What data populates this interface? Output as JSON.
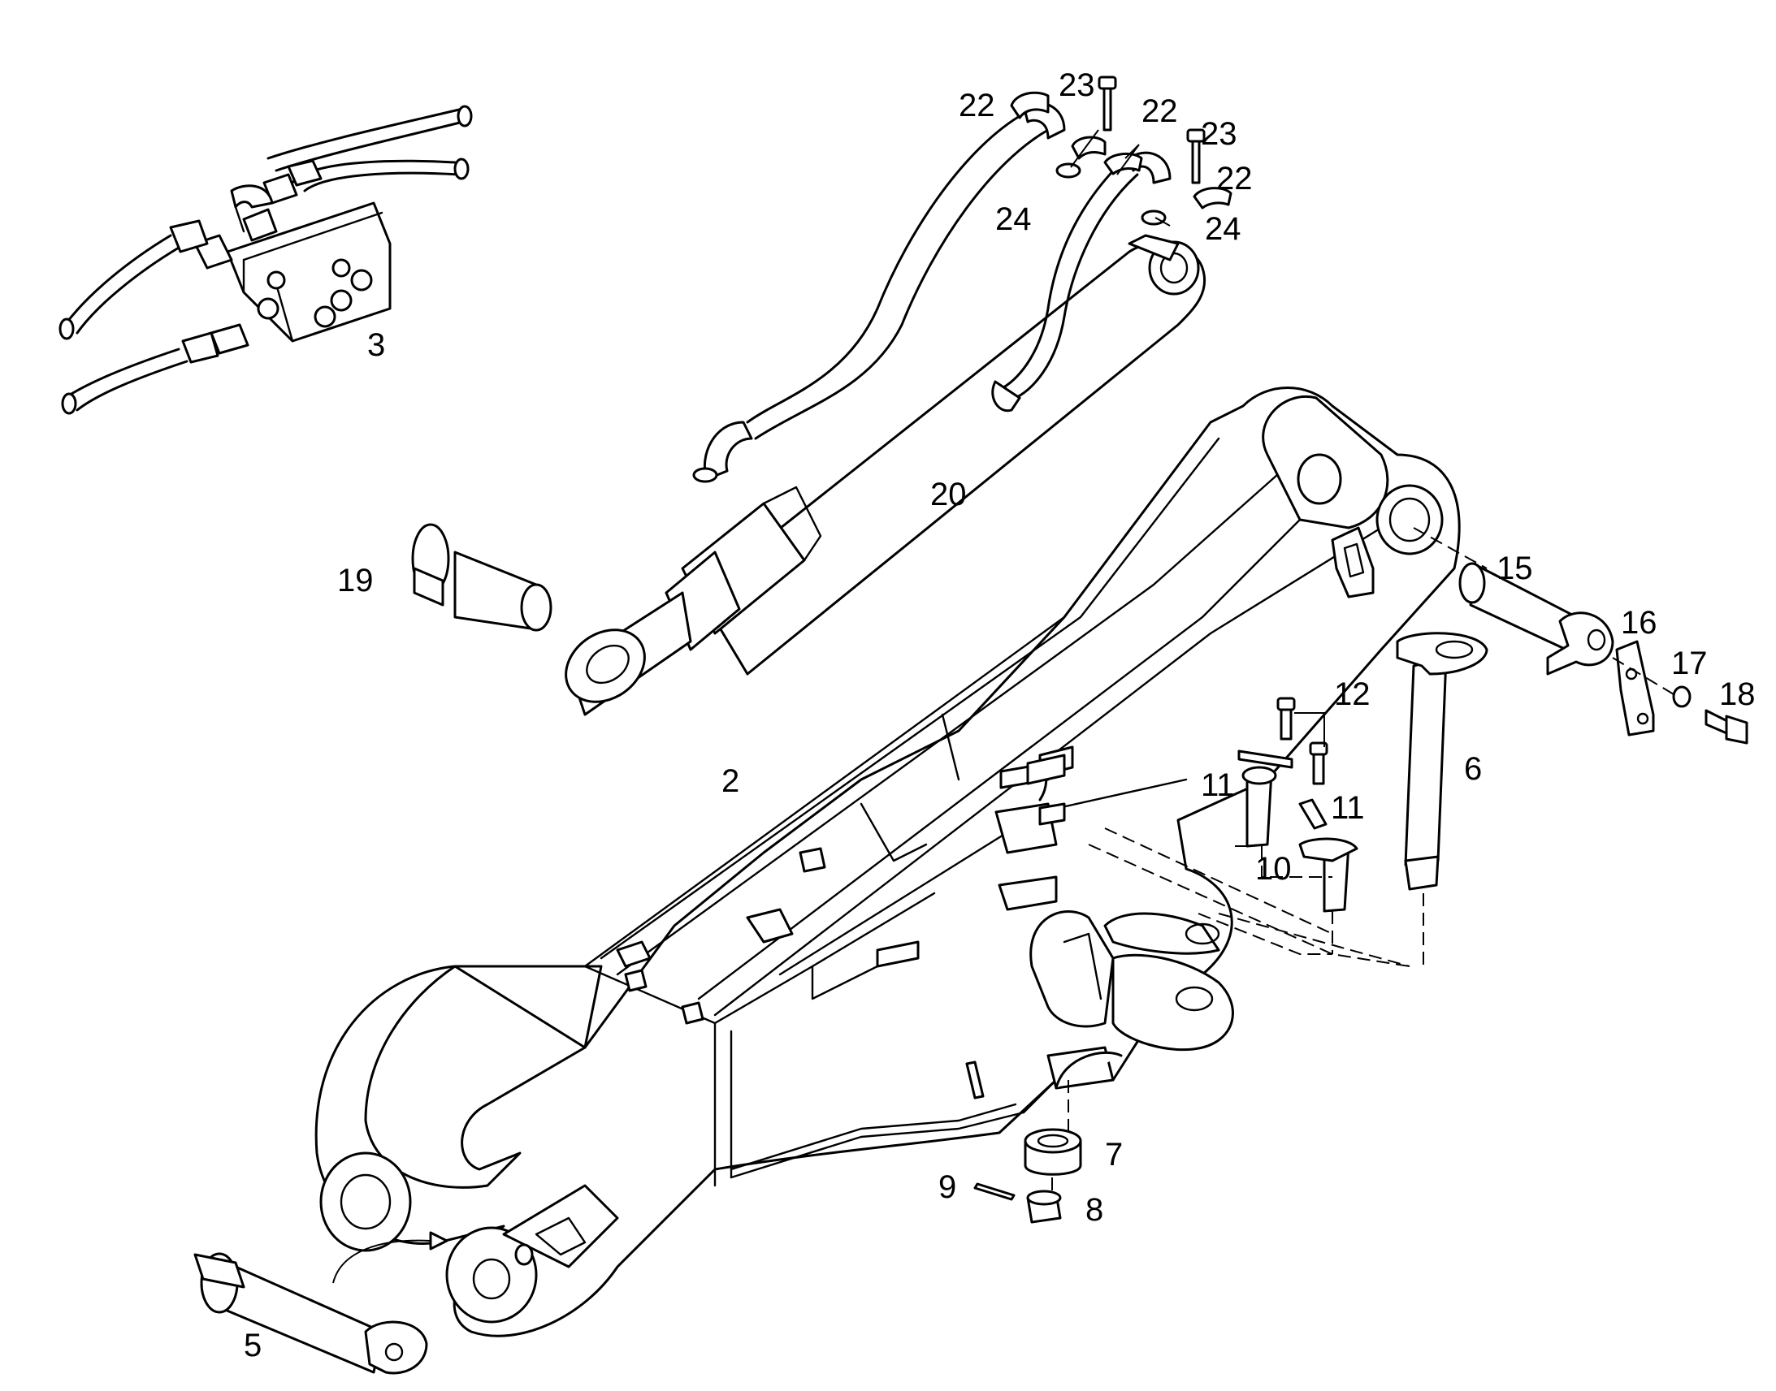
{
  "callouts": {
    "c2": "2",
    "c3": "3",
    "c5": "5",
    "c6": "6",
    "c7": "7",
    "c8": "8",
    "c9": "9",
    "c10": "10",
    "c11a": "11",
    "c11b": "11",
    "c12": "12",
    "c15": "15",
    "c16": "16",
    "c17": "17",
    "c18": "18",
    "c19": "19",
    "c20": "20",
    "c22a": "22",
    "c22b": "22",
    "c22c": "22",
    "c23a": "23",
    "c23b": "23",
    "c24a": "24",
    "c24b": "24"
  },
  "colors": {
    "ink": "#000000",
    "paper": "#ffffff"
  }
}
